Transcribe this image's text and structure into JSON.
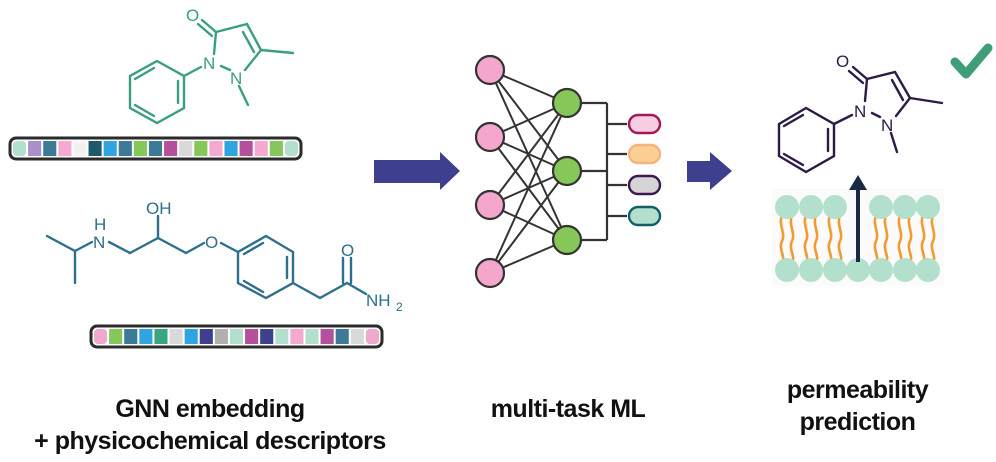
{
  "figure": {
    "title": "Permeability prediction pipeline",
    "stages": [
      {
        "id": "inputs",
        "caption_lines": [
          "GNN embedding",
          "+ physicochemical descriptors"
        ],
        "molecules": [
          {
            "name": "antipyrine",
            "color": "#3a9e82",
            "atom_labels": {
              "o": "O",
              "n1": "N",
              "n2": "N"
            },
            "fingerprint": [
              "#b3e0cc",
              "#a98fcb",
              "#3c7a96",
              "#f4aad0",
              "#f2f2f2",
              "#1e5a6b",
              "#2fa5e0",
              "#3c7a96",
              "#86c75a",
              "#3c7a96",
              "#b4509c",
              "#d9d9d9",
              "#86c75a",
              "#f4aad0",
              "#2fa5e0",
              "#b4509c",
              "#f4aad0",
              "#86c75a",
              "#b3e0cc"
            ]
          },
          {
            "name": "atenolol",
            "color": "#2d6f8c",
            "atom_labels": {
              "nh_n": "N",
              "nh_h": "H",
              "oh": "OH",
              "ether_o": "O",
              "carbonyl_o": "O",
              "nh2": "NH",
              "nh2_sub": "2"
            },
            "fingerprint": [
              "#f0a8cc",
              "#86c75a",
              "#3c7a96",
              "#2fa5e0",
              "#3aa57e",
              "#d9d9d9",
              "#2fa5e0",
              "#3e3f8f",
              "#b0b0b0",
              "#b3e0cc",
              "#b4509c",
              "#3e3f8f",
              "#b3e0cc",
              "#f4aad0",
              "#b3e0cc",
              "#b4509c",
              "#3c7a96",
              "#d9d9d9",
              "#f0a8cc"
            ]
          }
        ]
      },
      {
        "id": "model",
        "caption_lines": [
          "multi-task ML"
        ],
        "network": {
          "input_nodes": 4,
          "hidden_nodes": 3,
          "input_color": "#f4a6cd",
          "hidden_color": "#86c75a",
          "outputs": [
            {
              "fill": "#f7cde2",
              "stroke": "#a1185b"
            },
            {
              "fill": "#fccf94",
              "stroke": "#f4b47e"
            },
            {
              "fill": "#d5d5d5",
              "stroke": "#3a1a50"
            },
            {
              "fill": "#b3e0cc",
              "stroke": "#135f66"
            }
          ]
        }
      },
      {
        "id": "output",
        "caption_lines": [
          "permeability",
          "prediction"
        ],
        "molecule": {
          "name": "antipyrine",
          "color": "#2e1a47",
          "atom_labels": {
            "o": "O",
            "n1": "N",
            "n2": "N"
          }
        },
        "membrane": {
          "head_color": "#b3e0cc",
          "tail_color": "#f49a2e",
          "arrow_color": "#1a2a45"
        },
        "result_icon": "checkmark-icon",
        "result_color": "#3f9e78"
      }
    ],
    "arrow_color": "#3e3f8f"
  }
}
